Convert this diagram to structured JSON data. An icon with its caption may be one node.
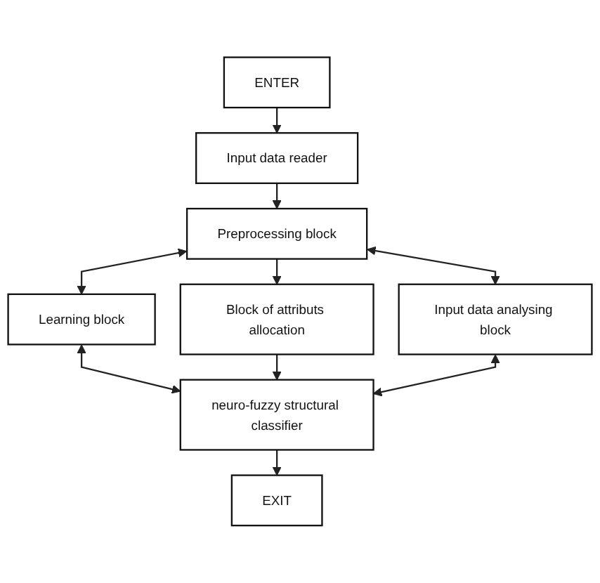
{
  "diagram": {
    "nodes": [
      {
        "text": [
          "ENTER"
        ]
      },
      {
        "text": [
          "Input data reader"
        ]
      },
      {
        "text": [
          "Preprocessing block"
        ]
      },
      {
        "text": [
          "Learning block"
        ]
      },
      {
        "text": [
          "Block of attributs allocation"
        ]
      },
      {
        "text": [
          "Input data analysing block"
        ]
      },
      {
        "text": [
          "neuro-fuzzy structural classifier"
        ]
      },
      {
        "text": [
          "EXIT"
        ]
      }
    ],
    "edges": [
      {
        "from": 0,
        "to": 1,
        "arrow": "to"
      },
      {
        "from": 1,
        "to": 2,
        "arrow": "to"
      },
      {
        "from": 2,
        "to": 3,
        "arrow": "both"
      },
      {
        "from": 2,
        "to": 4,
        "arrow": "to"
      },
      {
        "from": 2,
        "to": 5,
        "arrow": "both"
      },
      {
        "from": 3,
        "to": 6,
        "arrow": "both"
      },
      {
        "from": 4,
        "to": 6,
        "arrow": "to"
      },
      {
        "from": 5,
        "to": 6,
        "arrow": "both"
      },
      {
        "from": 6,
        "to": 7,
        "arrow": "to"
      }
    ]
  }
}
